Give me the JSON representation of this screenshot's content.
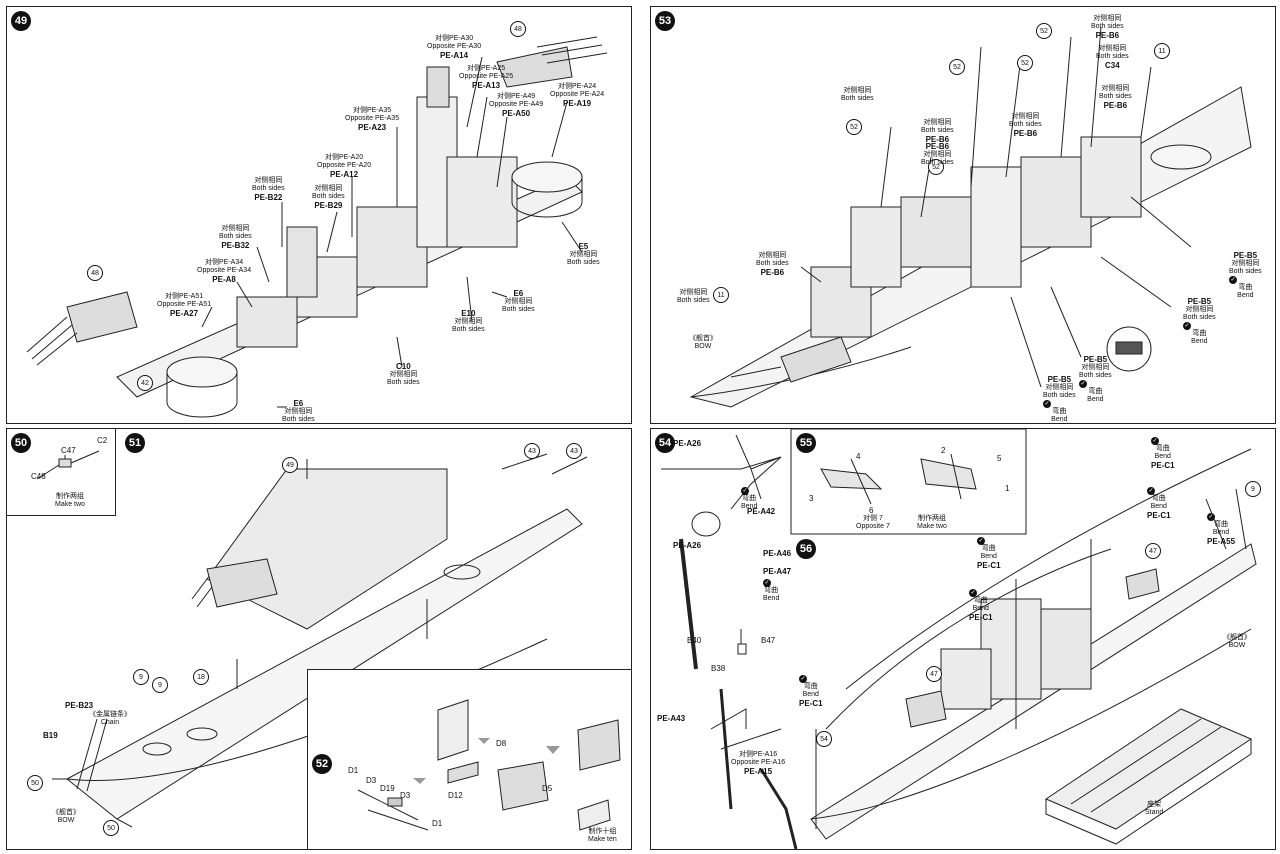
{
  "steps": {
    "s49": "49",
    "s50": "50",
    "s51": "51",
    "s52": "52",
    "s53": "53",
    "s54": "54",
    "s55": "55",
    "s56": "56"
  },
  "p49": {
    "c48a": "48",
    "c48b": "48",
    "c42": "42",
    "l1": {
      "cn": "对侧PE-A30",
      "en": "Opposite PE-A30",
      "pe": "PE-A14"
    },
    "l2": {
      "cn": "对侧PE-A25",
      "en": "Opposite PE-A25",
      "pe": "PE-A13"
    },
    "l3": {
      "cn": "对侧PE-A49",
      "en": "Opposite PE-A49",
      "pe": "PE-A50"
    },
    "l4": {
      "cn": "对侧PE-A24",
      "en": "Opposite PE-A24",
      "pe": "PE-A19"
    },
    "l5": {
      "cn": "对侧PE-A35",
      "en": "Opposite PE-A35",
      "pe": "PE-A23"
    },
    "l6": {
      "cn": "对侧PE-A20",
      "en": "Opposite PE-A20",
      "pe": "PE-A12"
    },
    "l7": {
      "cn": "对侧相同",
      "en": "Both sides",
      "pe": "PE-B29"
    },
    "l8": {
      "cn": "对侧相同",
      "en": "Both sides",
      "pe": "PE-B22"
    },
    "l9": {
      "cn": "对侧相同",
      "en": "Both sides",
      "pe": "PE-B32"
    },
    "l10": {
      "cn": "对侧PE-A34",
      "en": "Opposite PE-A34",
      "pe": "PE-A8"
    },
    "l11": {
      "cn": "对侧PE-A51",
      "en": "Opposite PE-A51",
      "pe": "PE-A27"
    },
    "e5": {
      "pe": "E5",
      "cn": "对侧相同",
      "en": "Both sides"
    },
    "e6a": {
      "pe": "E6",
      "cn": "对侧相同",
      "en": "Both sides"
    },
    "e10": {
      "pe": "E10",
      "cn": "对侧相同",
      "en": "Both sides"
    },
    "c10": {
      "pe": "C10",
      "cn": "对侧相同",
      "en": "Both sides"
    },
    "e6b": {
      "pe": "E6",
      "cn": "对侧相同",
      "en": "Both sides"
    }
  },
  "p50": {
    "c47": "C47",
    "c2": "C2",
    "c48": "C48",
    "cn": "制作两组",
    "en": "Make two"
  },
  "p51": {
    "c49": "49",
    "c43a": "43",
    "c43b": "43",
    "c18": "18",
    "c9a": "9",
    "c9b": "9",
    "c50a": "50",
    "c50b": "50",
    "pe23": "PE-B23",
    "chain_cn": "《金属链条》",
    "chain": "Chain",
    "b19": "B19",
    "bow_cn": "《舰首》",
    "bow": "BOW"
  },
  "p52": {
    "d1a": "D1",
    "d3a": "D3",
    "d19": "D19",
    "d3b": "D3",
    "d1b": "D1",
    "d12": "D12",
    "d8": "D8",
    "d5": "D5",
    "cn": "制作十组",
    "en": "Make ten"
  },
  "p53": {
    "c52a": "52",
    "c52b": "52",
    "c52c": "52",
    "c52d": "52",
    "c52e": "52",
    "c11a": "11",
    "c11b": "11",
    "bs_cn": "对侧相同",
    "bs": "Both sides",
    "b6a": "PE-B6",
    "b6b": "PE-B6",
    "b6c": "PE-B6",
    "b6d": "PE-B6",
    "b6e": "PE-B6",
    "b6f": "PE-B6",
    "c34": "C34",
    "b5a": "PE-B5",
    "b5b": "PE-B5",
    "b5c": "PE-B5",
    "b5d": "PE-B5",
    "bend_cn": "弯曲",
    "bend": "Bend",
    "bow_cn": "《舰首》",
    "bow": "BOW"
  },
  "p54": {
    "a26a": "PE-A26",
    "a26b": "PE-A26",
    "a42": "PE-A42",
    "a46": "PE-A46",
    "a47": "PE-A47",
    "b40": "B40",
    "b47": "B47",
    "b38": "B38",
    "a43": "PE-A43",
    "a16cn": "对侧PE-A16",
    "a16": "Opposite PE-A16",
    "a15": "PE-A15",
    "bend_cn": "弯曲",
    "bend": "Bend"
  },
  "p55": {
    "n1": "1",
    "n2": "2",
    "n3": "3",
    "n4": "4",
    "n5": "5",
    "n6": "6",
    "cn7": "对侧 7",
    "en7": "Opposite 7",
    "cn": "制作两组",
    "en": "Make two"
  },
  "p56": {
    "c1a": "PE-C1",
    "c1b": "PE-C1",
    "c1c": "PE-C1",
    "c1d": "PE-C1",
    "c1e": "PE-C1",
    "a55": "PE-A55",
    "c9": "9",
    "c47a": "47",
    "c47b": "47",
    "c54": "54",
    "bend_cn": "弯曲",
    "bend": "Bend",
    "bow_cn": "《舰首》",
    "bow": "BOW",
    "stand_cn": "座架",
    "stand": "Stand"
  }
}
